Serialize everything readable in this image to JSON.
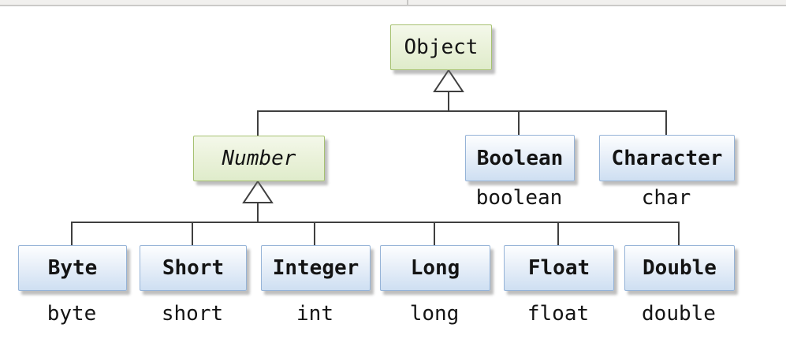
{
  "colors": {
    "green_box_border": "#a6c171",
    "green_box_fill_top": "#f4f8ea",
    "green_box_fill_bottom": "#dfeccb",
    "blue_box_border": "#95b3d7",
    "blue_box_fill_top": "#fdfeff",
    "blue_box_fill_bottom": "#cedff2",
    "connector_line": "#3f3f3f",
    "box_shadow": "#b5b5b5",
    "text": "#141414",
    "top_strip_fill": "#f1f0ee",
    "top_strip_border": "#cbcac8"
  },
  "hierarchy": {
    "root": {
      "label": "Object"
    },
    "children": [
      {
        "label": "Number",
        "abstract": true
      },
      {
        "label": "Boolean",
        "primitive": "boolean"
      },
      {
        "label": "Character",
        "primitive": "char"
      }
    ],
    "number_children": [
      {
        "label": "Byte",
        "primitive": "byte"
      },
      {
        "label": "Short",
        "primitive": "short"
      },
      {
        "label": "Integer",
        "primitive": "int"
      },
      {
        "label": "Long",
        "primitive": "long"
      },
      {
        "label": "Float",
        "primitive": "float"
      },
      {
        "label": "Double",
        "primitive": "double"
      }
    ]
  }
}
